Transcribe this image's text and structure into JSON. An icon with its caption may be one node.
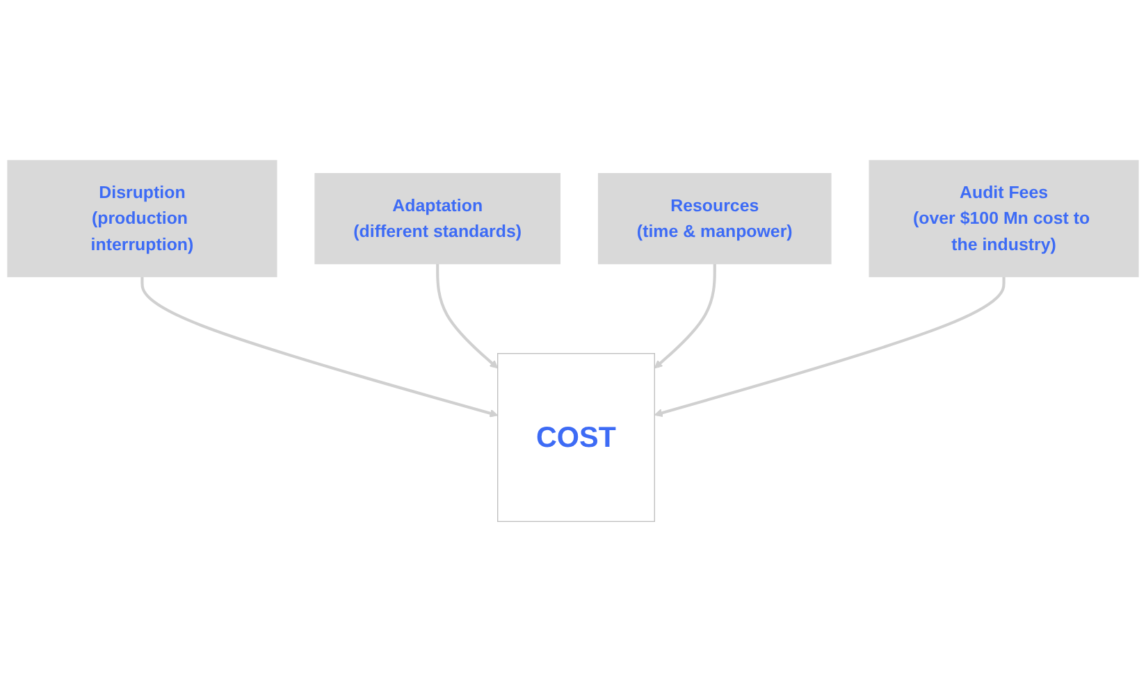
{
  "diagram": {
    "nodes": [
      {
        "text": [
          "Disruption",
          "(production interruption)"
        ]
      },
      {
        "text": [
          "Adaptation",
          "(different standards)"
        ]
      },
      {
        "text": [
          "COST"
        ]
      },
      {
        "text": [
          "Resources",
          "(time & manpower)"
        ]
      },
      {
        "text": [
          "Audit Fees",
          "(over $100 Mn cost to the industry)"
        ]
      }
    ],
    "edges": [
      {
        "from": 0,
        "to": 2,
        "arrow": "to"
      },
      {
        "from": 1,
        "to": 2,
        "arrow": "to"
      },
      {
        "from": 3,
        "to": 2,
        "arrow": "to"
      },
      {
        "from": 4,
        "to": 2,
        "arrow": "to"
      }
    ]
  }
}
